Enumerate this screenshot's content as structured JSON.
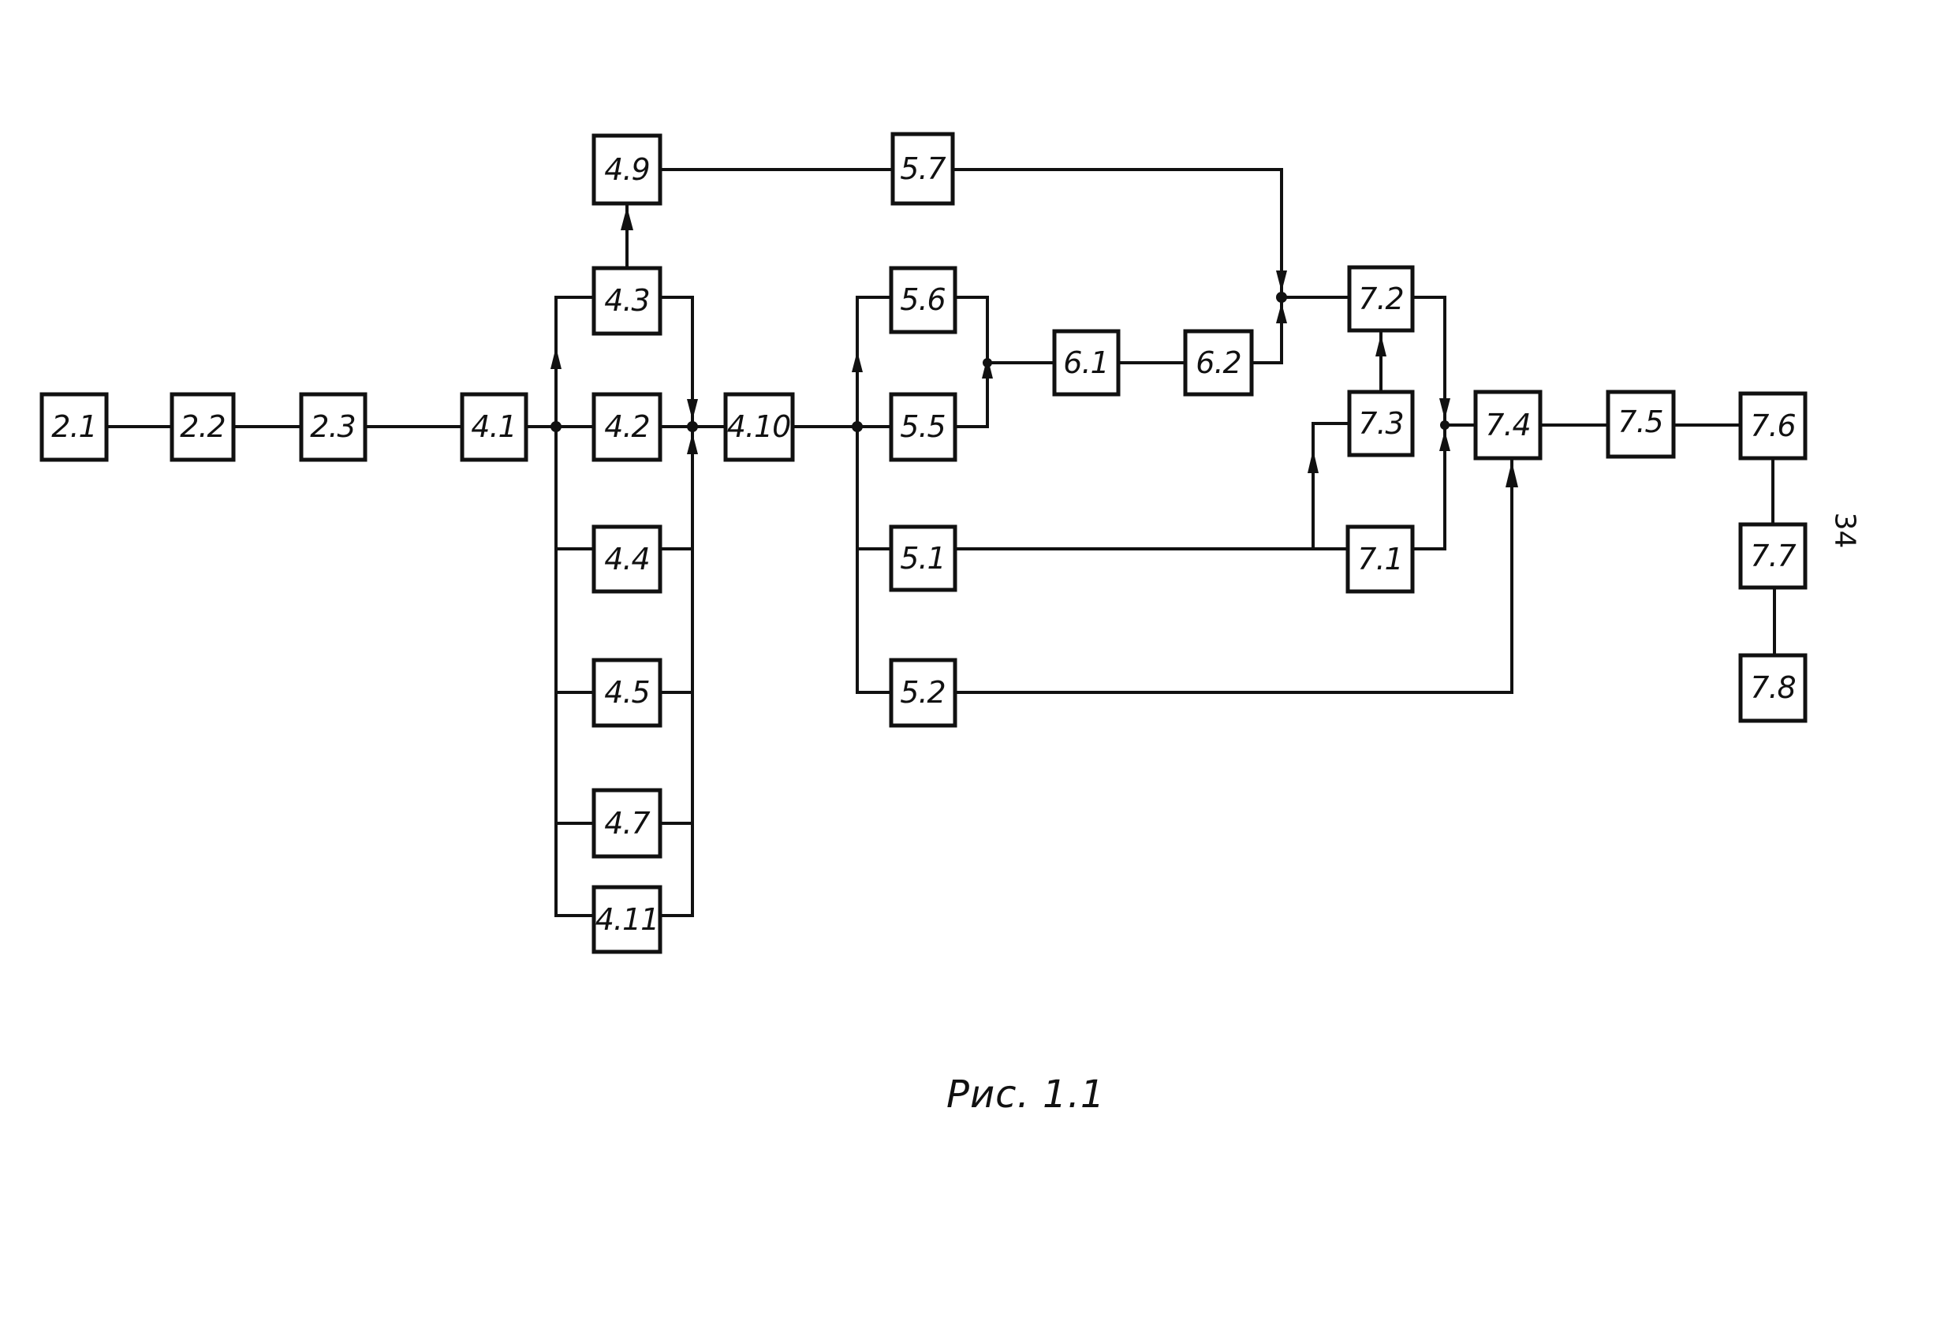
{
  "figure": {
    "caption": "Рис. 1.1",
    "page_number": "34"
  },
  "blocks": {
    "b2_1": "2.1",
    "b2_2": "2.2",
    "b2_3": "2.3",
    "b4_1": "4.1",
    "b4_2": "4.2",
    "b4_3": "4.3",
    "b4_4": "4.4",
    "b4_5": "4.5",
    "b4_7": "4.7",
    "b4_9": "4.9",
    "b4_10": "4.10",
    "b4_11": "4.11",
    "b5_1": "5.1",
    "b5_2": "5.2",
    "b5_5": "5.5",
    "b5_6": "5.6",
    "b5_7": "5.7",
    "b6_1": "6.1",
    "b6_2": "6.2",
    "b7_1": "7.1",
    "b7_2": "7.2",
    "b7_3": "7.3",
    "b7_4": "7.4",
    "b7_5": "7.5",
    "b7_6": "7.6",
    "b7_7": "7.7",
    "b7_8": "7.8"
  },
  "connections": [
    [
      "2.1",
      "2.2"
    ],
    [
      "2.2",
      "2.3"
    ],
    [
      "2.3",
      "4.1"
    ],
    [
      "4.1",
      "4.2"
    ],
    [
      "4.1",
      "4.3"
    ],
    [
      "4.1",
      "4.4"
    ],
    [
      "4.1",
      "4.5"
    ],
    [
      "4.1",
      "4.7"
    ],
    [
      "4.1",
      "4.11"
    ],
    [
      "4.3",
      "4.9"
    ],
    [
      "4.2",
      "4.10"
    ],
    [
      "4.3",
      "4.10"
    ],
    [
      "4.4",
      "4.10"
    ],
    [
      "4.5",
      "4.10"
    ],
    [
      "4.7",
      "4.10"
    ],
    [
      "4.11",
      "4.10"
    ],
    [
      "4.9",
      "5.7"
    ],
    [
      "4.10",
      "5.5"
    ],
    [
      "4.10",
      "5.6"
    ],
    [
      "4.10",
      "5.1"
    ],
    [
      "4.10",
      "5.2"
    ],
    [
      "5.5",
      "6.1"
    ],
    [
      "5.6",
      "6.1"
    ],
    [
      "6.1",
      "6.2"
    ],
    [
      "6.2",
      "7.2"
    ],
    [
      "5.7",
      "7.2"
    ],
    [
      "5.1",
      "7.1"
    ],
    [
      "5.1",
      "7.3"
    ],
    [
      "7.3",
      "7.2"
    ],
    [
      "7.2",
      "7.4"
    ],
    [
      "7.1",
      "7.4"
    ],
    [
      "5.2",
      "7.4"
    ],
    [
      "7.4",
      "7.5"
    ],
    [
      "7.5",
      "7.6"
    ],
    [
      "7.6",
      "7.7"
    ],
    [
      "7.7",
      "7.8"
    ]
  ]
}
